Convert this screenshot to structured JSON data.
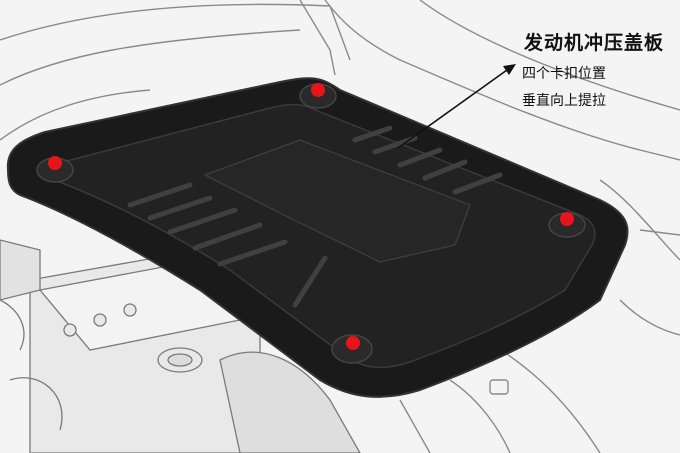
{
  "annotation": {
    "title": "发动机冲压盖板",
    "line1": "四个卡扣位置",
    "line2": "垂直向上提拉"
  },
  "colors": {
    "cover": "#1a1a1a",
    "cover_edge": "#333333",
    "clip_marker": "#e8141b",
    "line_art": "#8a8a8a"
  },
  "clips": {
    "count": 4,
    "marker_color": "#e8141b"
  },
  "icons": {
    "pointer": "arrow-pointer-icon"
  }
}
